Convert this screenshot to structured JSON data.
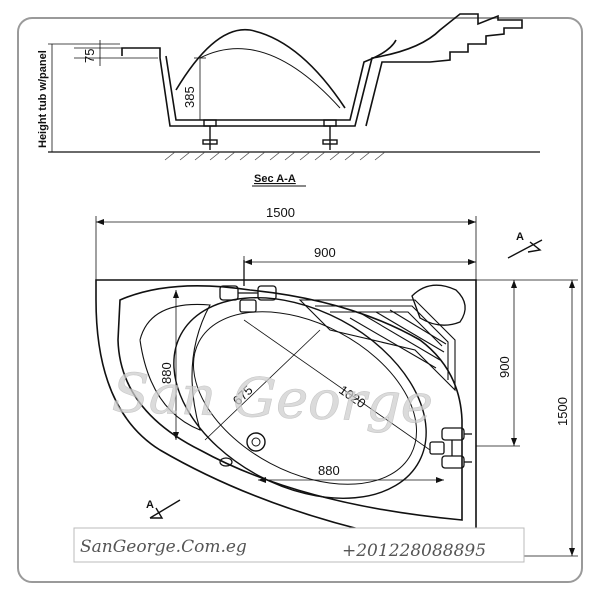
{
  "section": {
    "label": "Sec A-A",
    "height_label": "Height tub w/panel",
    "dim_75": "75",
    "dim_385": "385"
  },
  "plan": {
    "dim_width_total": "1500",
    "dim_width_inner": "900",
    "dim_height_total": "1500",
    "dim_height_inner": "900",
    "dim_880_vertical": "880",
    "dim_880_horizontal": "880",
    "dim_675": "675",
    "dim_1020": "1020",
    "marker_top": "A",
    "marker_bottom": "A"
  },
  "watermark": "San George",
  "footer": {
    "website": "SanGeorge.Com.eg",
    "phone": "+201228088895"
  },
  "colors": {
    "line": "#111111",
    "frame": "#9a9a9a",
    "watermark": "#cfcfcf"
  }
}
